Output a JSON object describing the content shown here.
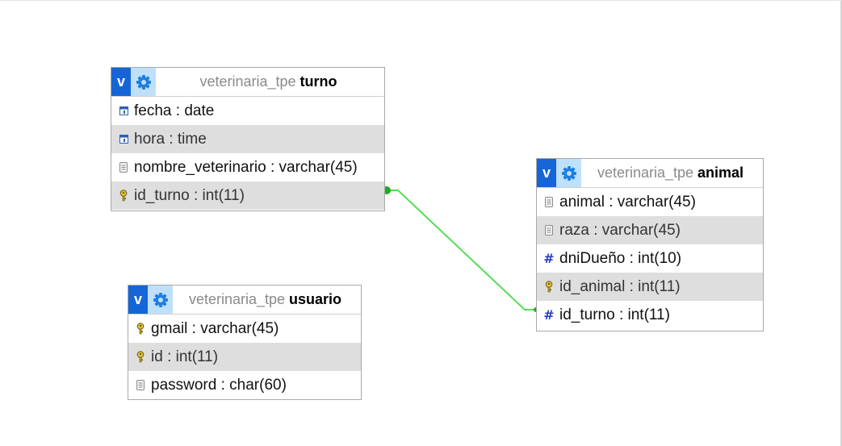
{
  "tables": {
    "turno": {
      "database": "veterinaria_tpe",
      "name": "turno",
      "toggle_label": "v",
      "columns": [
        {
          "text": "fecha : date",
          "icon": "date-icon"
        },
        {
          "text": "hora : time",
          "icon": "date-icon"
        },
        {
          "text": "nombre_veterinario : varchar(45)",
          "icon": "text-icon"
        },
        {
          "text": "id_turno : int(11)",
          "icon": "key-icon"
        }
      ]
    },
    "animal": {
      "database": "veterinaria_tpe",
      "name": "animal",
      "toggle_label": "v",
      "columns": [
        {
          "text": "animal : varchar(45)",
          "icon": "text-icon"
        },
        {
          "text": "raza : varchar(45)",
          "icon": "text-icon"
        },
        {
          "text": "dniDueño : int(10)",
          "icon": "numeric-icon"
        },
        {
          "text": "id_animal : int(11)",
          "icon": "key-icon"
        },
        {
          "text": "id_turno : int(11)",
          "icon": "numeric-icon"
        }
      ]
    },
    "usuario": {
      "database": "veterinaria_tpe",
      "name": "usuario",
      "toggle_label": "v",
      "columns": [
        {
          "text": "gmail : varchar(45)",
          "icon": "key-icon"
        },
        {
          "text": "id : int(11)",
          "icon": "key-icon"
        },
        {
          "text": "password : char(60)",
          "icon": "text-icon"
        }
      ]
    }
  },
  "relation_color": "#55dd55",
  "header_colors": {
    "toggle": "#1565d8",
    "options": "#bfe0fa"
  }
}
